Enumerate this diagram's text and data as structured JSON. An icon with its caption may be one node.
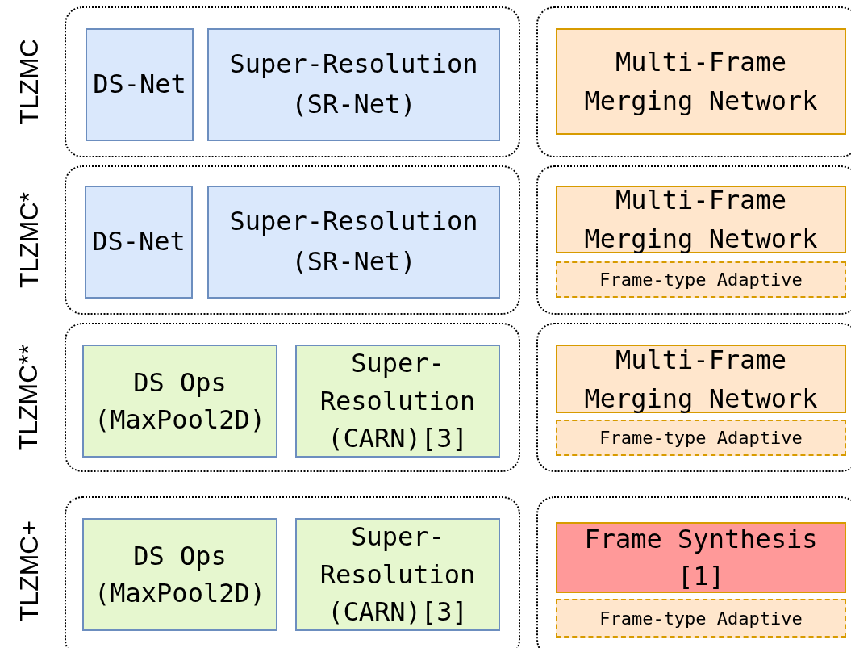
{
  "diagram": {
    "nodes": [
      {
        "text": [],
        "shape": "box"
      },
      {
        "text": [
          "DS-Net"
        ],
        "in": 0
      },
      {
        "text": [
          "Super-Resolution (SR-Net)"
        ],
        "in": 0
      },
      {
        "text": [],
        "shape": "box"
      },
      {
        "text": [
          "Multi-Frame Merging Network"
        ],
        "in": 3
      },
      {
        "text": [],
        "shape": "box"
      },
      {
        "text": [
          "DS-Net"
        ],
        "in": 5
      },
      {
        "text": [
          "Super-Resolution (SR-Net)"
        ],
        "in": 5
      },
      {
        "text": [],
        "shape": "box"
      },
      {
        "text": [
          "Multi-Frame Merging Network"
        ],
        "in": 8
      },
      {
        "text": [
          "Frame-type Adaptive"
        ],
        "in": 8
      },
      {
        "text": [],
        "shape": "box"
      },
      {
        "text": [
          "DS Ops (MaxPool2D)"
        ],
        "in": 11
      },
      {
        "text": [
          "Super- Resolution (CARN)[3]"
        ],
        "in": 11
      },
      {
        "text": [],
        "shape": "box"
      },
      {
        "text": [
          "Multi-Frame Merging Network"
        ],
        "in": 14
      },
      {
        "text": [
          "Frame-type Adaptive"
        ],
        "in": 14
      },
      {
        "text": [],
        "shape": "box"
      },
      {
        "text": [
          "DS Ops (MaxPool2D)"
        ],
        "in": 17
      },
      {
        "text": [
          "Super- Resolution (CARN)[3]"
        ],
        "in": 17
      },
      {
        "text": [],
        "shape": "box"
      },
      {
        "text": [
          "Frame Synthesis [1]"
        ],
        "in": 20
      },
      {
        "text": [
          "Frame-type Adaptive"
        ],
        "in": 20
      }
    ],
    "edges": [],
    "labels": [
      "TLZMC",
      "TLZMC*",
      "TLZMC**",
      "TLZMC+"
    ]
  }
}
